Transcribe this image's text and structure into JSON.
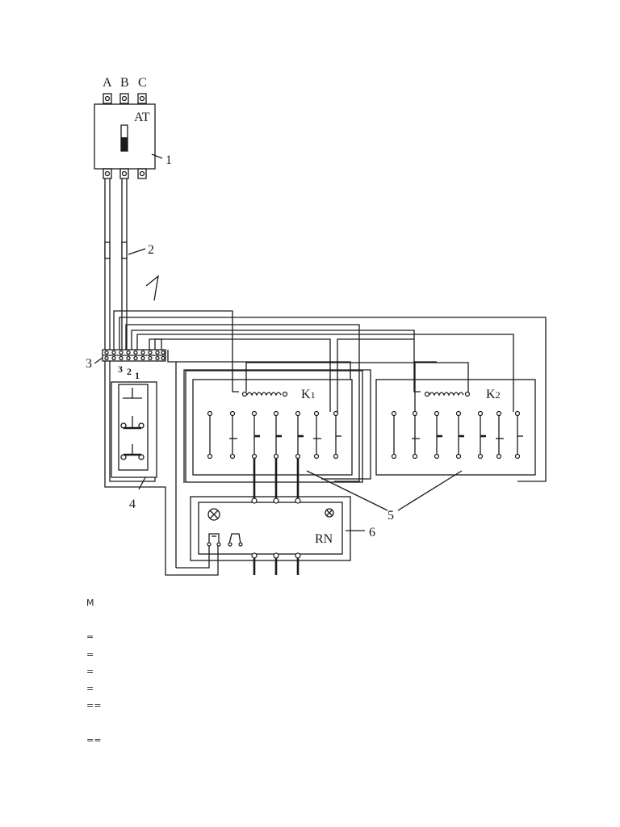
{
  "diagram": {
    "phase_labels": [
      "A",
      "B",
      "C"
    ],
    "breaker_label": "AT",
    "contactor1_label": "K",
    "contactor1_sub": "1",
    "contactor2_label": "K",
    "contactor2_sub": "2",
    "relay_label": "RN",
    "terminal_marks": [
      "3",
      "2",
      "1"
    ],
    "callouts": {
      "c1": "1",
      "c2": "2",
      "c3": "3",
      "c4": "4",
      "c5": "5",
      "c6": "6"
    },
    "handwritten_mark": "7"
  },
  "notes": {
    "heading": "M",
    "lines": [
      "=",
      "=",
      "=",
      "=",
      "==",
      "=="
    ]
  }
}
